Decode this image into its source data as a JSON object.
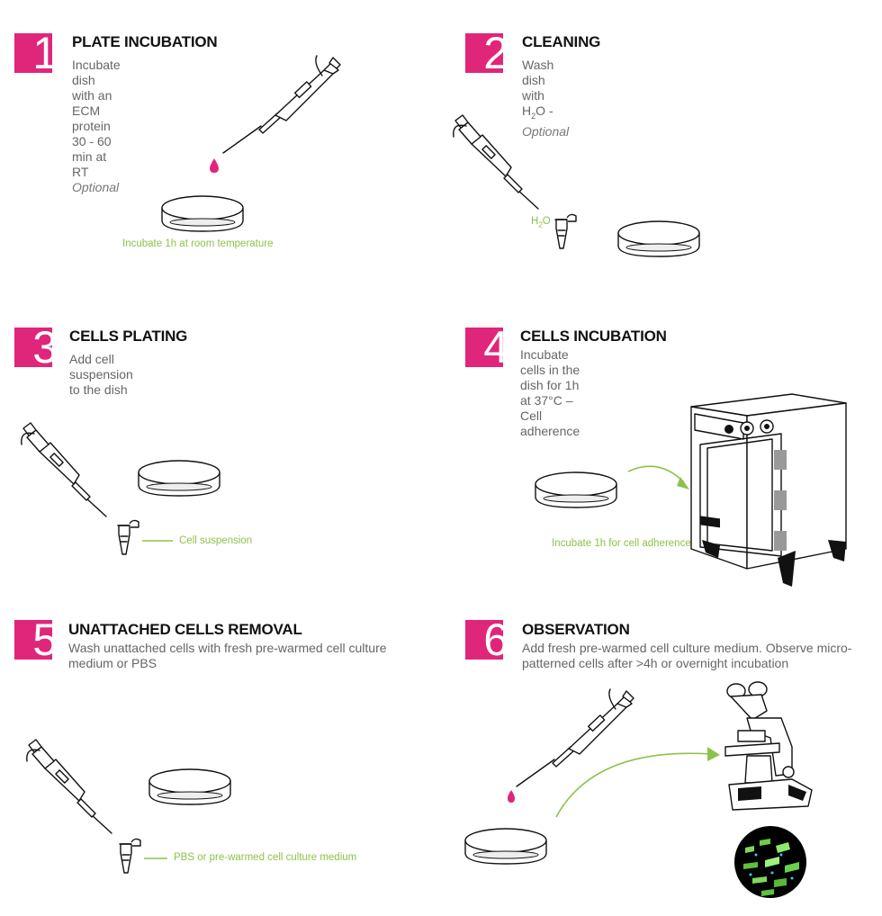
{
  "steps": [
    {
      "number": "1",
      "title": "PLATE INCUBATION",
      "desc": "Incubate dish with an ECM protein 30 - 60 min at RT",
      "desc_italic": "Optional",
      "note": "Incubate 1h at room temperature"
    },
    {
      "number": "2",
      "title": "CLEANING",
      "desc_pre": "Wash dish with H",
      "desc_sub": "2",
      "desc_post": "O - ",
      "desc_italic": "Optional",
      "tube_label_pre": "H",
      "tube_label_sub": "2",
      "tube_label_post": "O"
    },
    {
      "number": "3",
      "title": "CELLS PLATING",
      "desc": "Add cell suspension to the dish",
      "note": "Cell suspension"
    },
    {
      "number": "4",
      "title": "CELLS INCUBATION",
      "desc": "Incubate cells in the dish for 1h at 37°C – Cell adherence",
      "note": "Incubate 1h for cell adherence"
    },
    {
      "number": "5",
      "title": "UNATTACHED CELLS REMOVAL",
      "desc": "Wash unattached cells with fresh pre-warmed cell culture medium or PBS",
      "note": "PBS or pre-warmed cell culture medium"
    },
    {
      "number": "6",
      "title": "OBSERVATION",
      "desc": "Add fresh pre-warmed cell culture medium. Observe micro-patterned cells after >4h or overnight incubation"
    }
  ],
  "colors": {
    "accent": "#e0267a",
    "green": "#8bc34a",
    "ink": "#111111"
  }
}
